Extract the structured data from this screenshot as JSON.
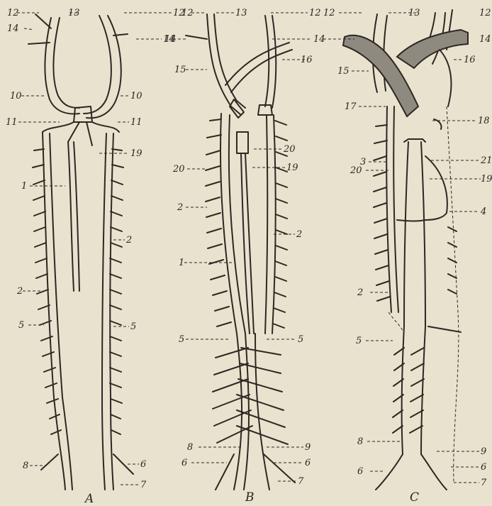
{
  "figure": {
    "background": "#e9e2cf",
    "ink": "#2c2823",
    "panels": [
      {
        "id": "A",
        "caption": "A",
        "labels": [
          "12",
          "13",
          "14",
          "10",
          "11",
          "1",
          "2",
          "5",
          "8",
          "12",
          "14",
          "10",
          "11",
          "19",
          "2",
          "5",
          "6",
          "7"
        ]
      },
      {
        "id": "B",
        "caption": "B",
        "labels": [
          "12",
          "13",
          "14",
          "15",
          "16",
          "20",
          "2",
          "1",
          "5",
          "8",
          "6",
          "12",
          "14",
          "20",
          "19",
          "2",
          "5",
          "9",
          "6",
          "7"
        ]
      },
      {
        "id": "C",
        "caption": "C",
        "labels": [
          "12",
          "13",
          "12",
          "14",
          "15",
          "16",
          "17",
          "18",
          "3",
          "20",
          "21",
          "19",
          "4",
          "2",
          "5",
          "8",
          "6",
          "9",
          "6",
          "7"
        ]
      }
    ]
  }
}
